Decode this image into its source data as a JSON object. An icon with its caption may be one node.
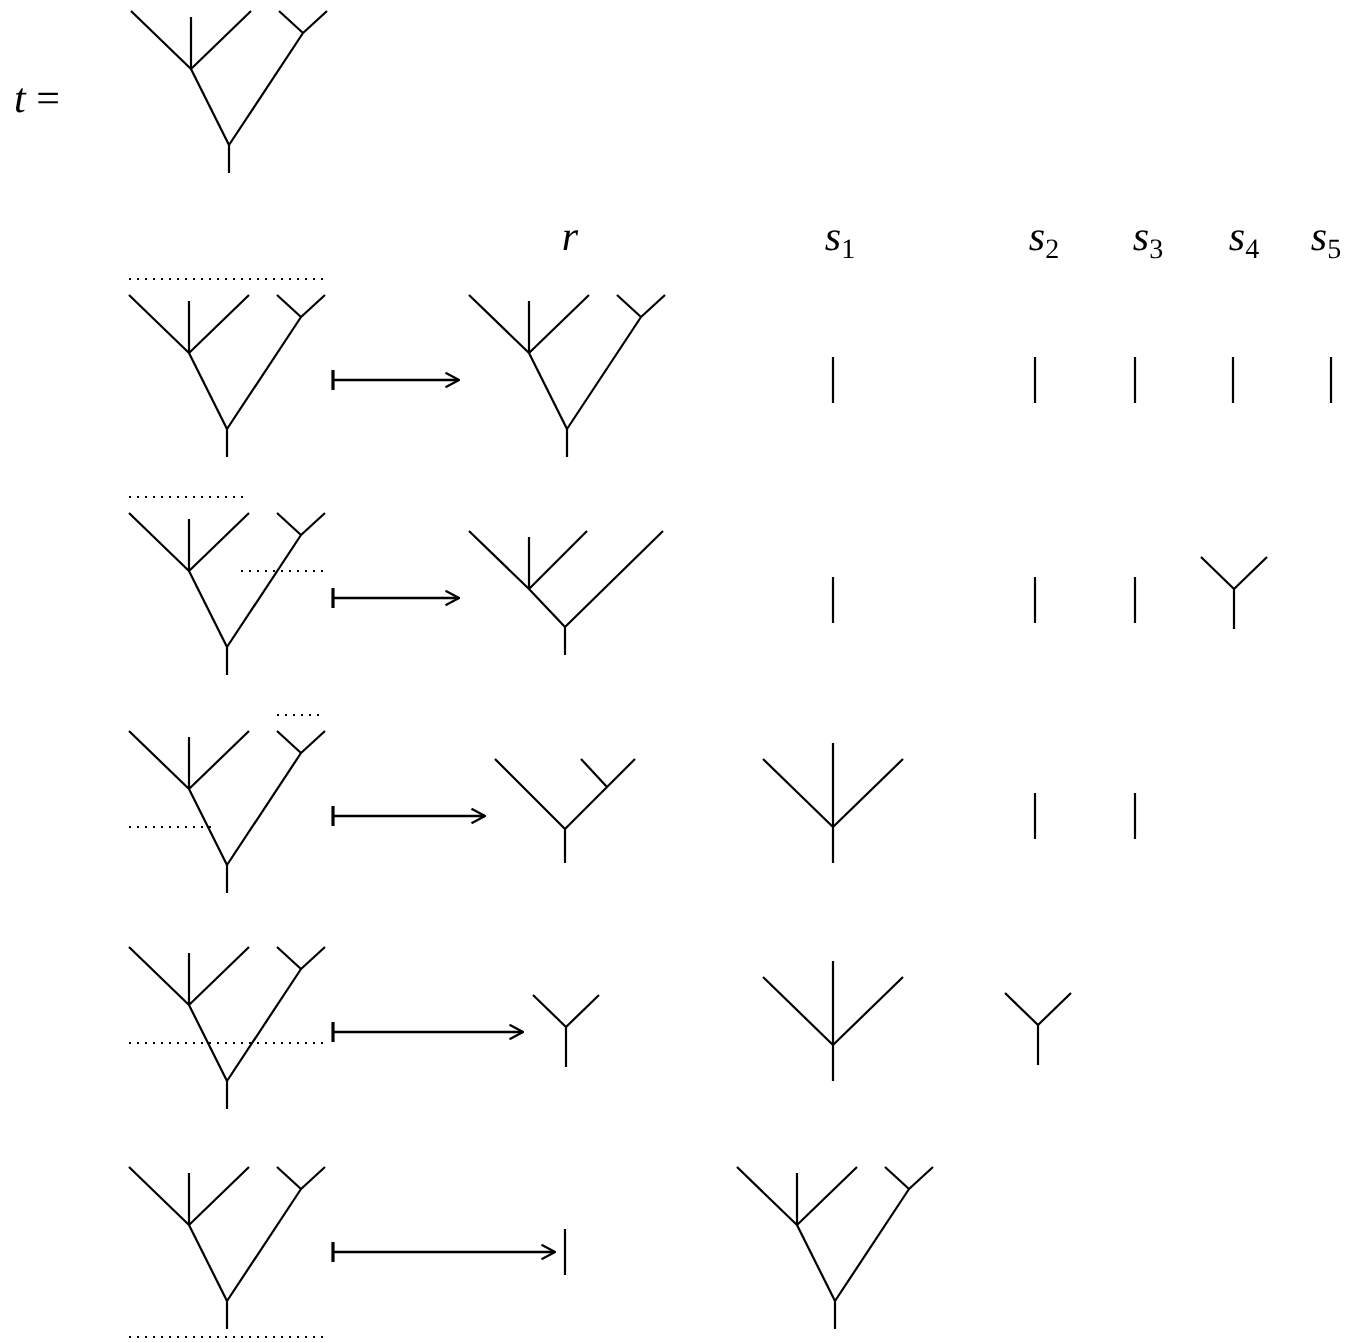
{
  "diagram": {
    "nodes": [
      {
        "text": [],
        "shape": "tree"
      },
      {
        "text": [],
        "shape": "tree"
      },
      {
        "text": [],
        "shape": "tree"
      },
      {
        "text": [],
        "shape": "tree"
      },
      {
        "text": [],
        "shape": "tree"
      },
      {
        "text": [],
        "shape": "tree"
      },
      {
        "text": [],
        "shape": "tree"
      },
      {
        "text": [],
        "shape": "tree"
      },
      {
        "text": [],
        "shape": "tree"
      },
      {
        "text": [],
        "shape": "tree"
      },
      {
        "text": [],
        "shape": "tree"
      },
      {
        "text": [],
        "shape": "tree"
      },
      {
        "text": [],
        "shape": "tree"
      },
      {
        "text": [],
        "shape": "tree"
      },
      {
        "text": [],
        "shape": "tree"
      },
      {
        "text": [],
        "shape": "tree"
      },
      {
        "text": [],
        "shape": "tree"
      },
      {
        "text": [],
        "shape": "tree"
      },
      {
        "text": [],
        "shape": "tree"
      },
      {
        "text": [],
        "shape": "tree"
      },
      {
        "text": [],
        "shape": "tree"
      },
      {
        "text": [],
        "shape": "tree"
      },
      {
        "text": [],
        "shape": "tree"
      },
      {
        "text": [],
        "shape": "tree"
      },
      {
        "text": [],
        "shape": "tree"
      },
      {
        "text": [],
        "shape": "tree"
      }
    ],
    "edges": [
      {
        "from": 1,
        "to": 2,
        "arrow": "to"
      },
      {
        "from": 8,
        "to": 9,
        "arrow": "to"
      },
      {
        "from": 14,
        "to": 15,
        "arrow": "to"
      },
      {
        "from": 19,
        "to": 20,
        "arrow": "to"
      },
      {
        "from": 23,
        "to": 24,
        "arrow": "to"
      }
    ],
    "labels": [
      "*t* =",
      "*r*",
      "*s*$_{1}$",
      "*s*$_{2}$",
      "*s*$_{3}$",
      "*s*$_{4}$",
      "*s*$_{5}$"
    ]
  }
}
